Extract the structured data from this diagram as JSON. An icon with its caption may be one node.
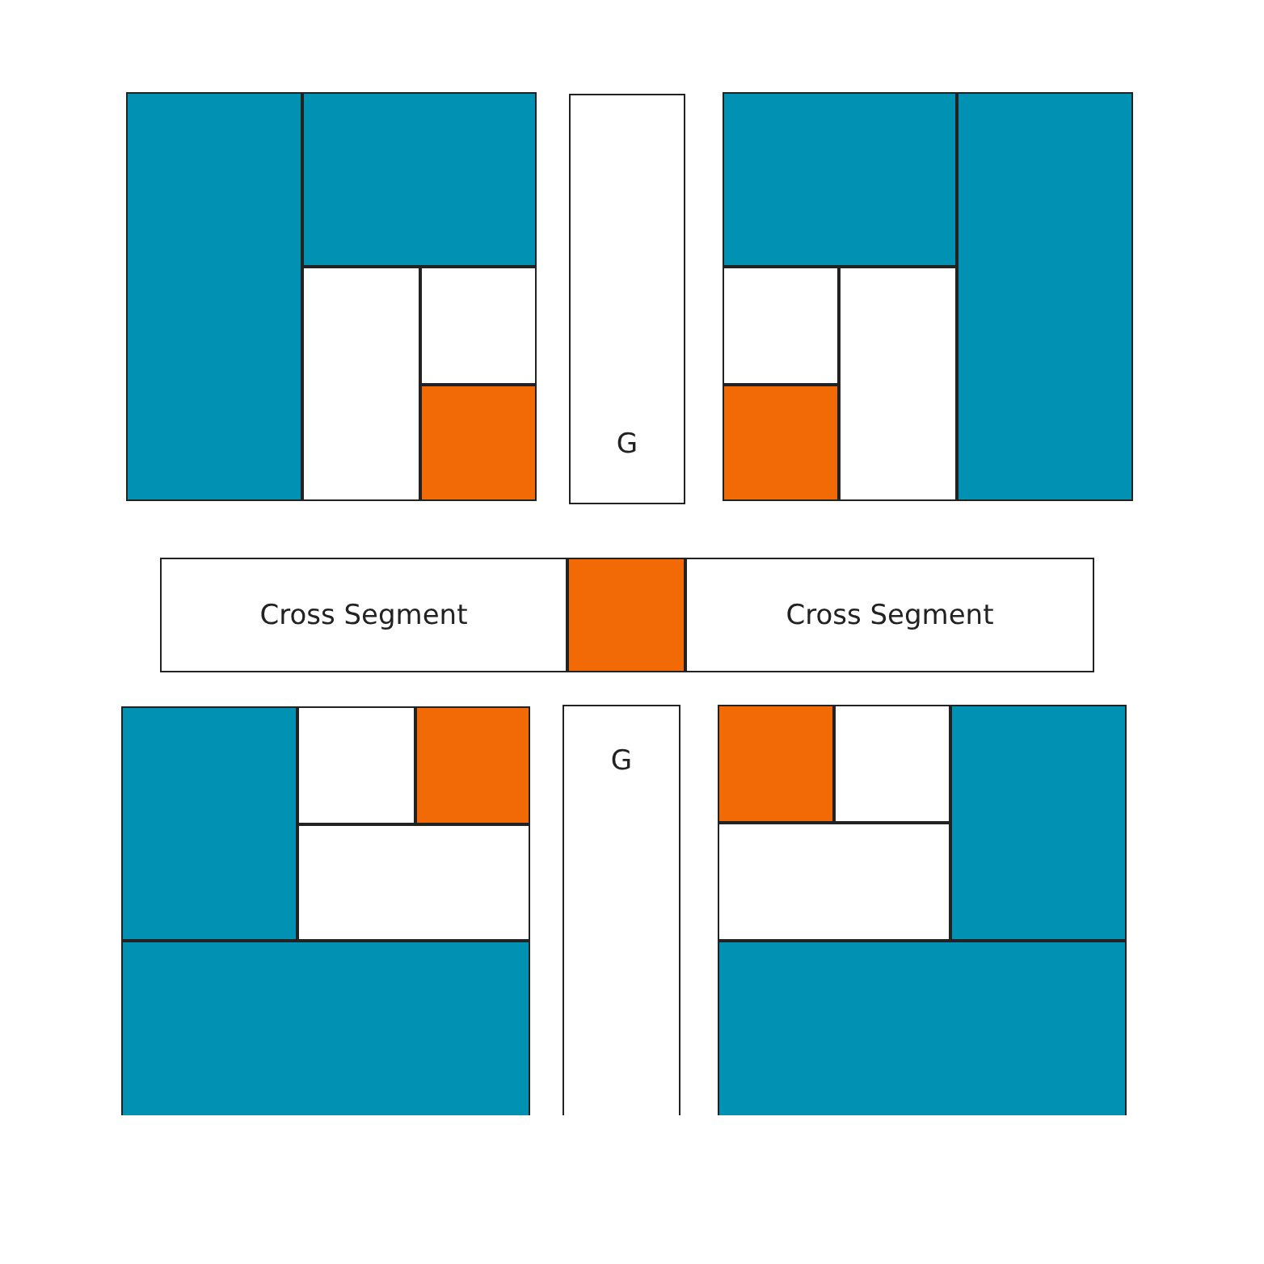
{
  "diagram": {
    "nodes": [
      {
        "text": [],
        "shape": "box"
      },
      {
        "text": [],
        "shape": "box"
      },
      {
        "text": [],
        "shape": "box"
      },
      {
        "text": [],
        "shape": "box"
      },
      {
        "text": [],
        "shape": "box"
      },
      {
        "text": [
          "G"
        ]
      },
      {
        "text": [],
        "shape": "box"
      },
      {
        "text": [],
        "shape": "box"
      },
      {
        "text": [],
        "shape": "box"
      },
      {
        "text": [],
        "shape": "box"
      },
      {
        "text": [],
        "shape": "box"
      },
      {
        "text": [
          "Cross Segment"
        ]
      },
      {
        "text": [],
        "shape": "box"
      },
      {
        "text": [
          "Cross Segment"
        ]
      },
      {
        "text": [],
        "shape": "box"
      },
      {
        "text": [],
        "shape": "box"
      },
      {
        "text": [],
        "shape": "box"
      },
      {
        "text": [
          "G"
        ]
      },
      {
        "text": [],
        "shape": "box"
      },
      {
        "text": [],
        "shape": "box"
      },
      {
        "text": [],
        "shape": "box"
      },
      {
        "text": [],
        "shape": "box"
      },
      {
        "text": [],
        "shape": "box"
      },
      {
        "text": [],
        "shape": "box"
      },
      {
        "text": [],
        "shape": "box"
      }
    ]
  }
}
